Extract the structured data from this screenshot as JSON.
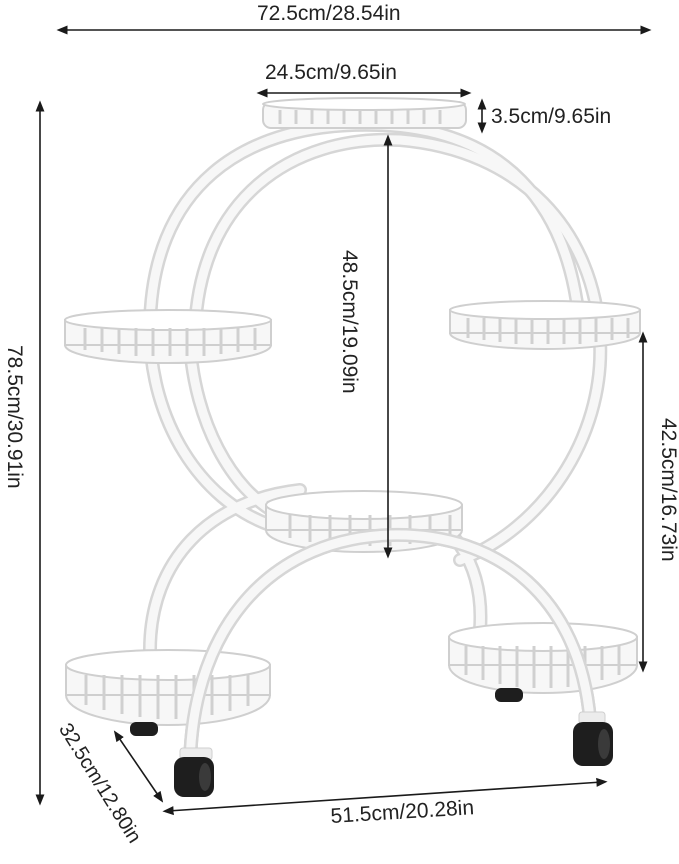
{
  "product": {
    "description_type": "metal plant stand with casters",
    "colors": {
      "frame": "#f4f4f4",
      "frame_outline": "#d6d6d6",
      "wheel": "#1e1e1e",
      "dimension_line": "#1a1a1a",
      "text": "#222222"
    }
  },
  "dimensions": {
    "total_width": "72.5cm/28.54in",
    "top_tray_diameter": "24.5cm/9.65in",
    "top_tray_height": "3.5cm/9.65in",
    "inner_height": "48.5cm/19.09in",
    "total_height": "78.5cm/30.91in",
    "side_height": "42.5cm/16.73in",
    "depth": "32.5cm/12.80in",
    "base_width": "51.5cm/20.28in"
  },
  "icons": {
    "wheel": "caster-wheel-icon"
  }
}
